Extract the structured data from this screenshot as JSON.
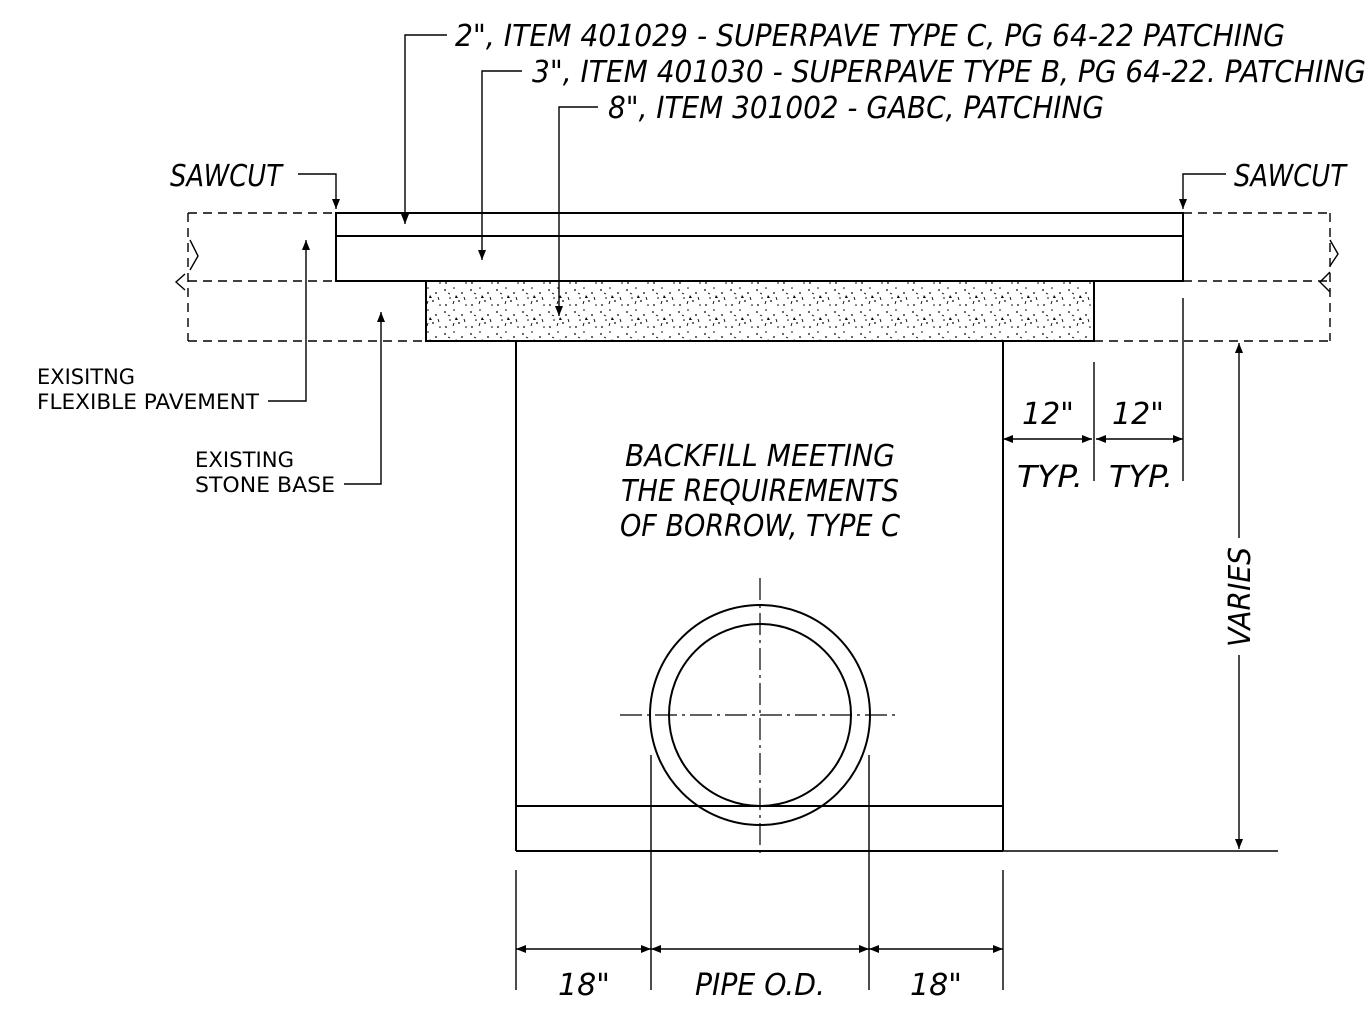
{
  "callouts": {
    "layer1": "2\", ITEM 401029 - SUPERPAVE TYPE C, PG 64-22 PATCHING",
    "layer2": "3\", ITEM 401030 - SUPERPAVE TYPE B, PG 64-22. PATCHING",
    "layer3": "8\", ITEM 301002 - GABC, PATCHING"
  },
  "sawcut": {
    "left": "SAWCUT",
    "right": "SAWCUT"
  },
  "existing": {
    "pavement_line1": "EXISITNG",
    "pavement_line2": "FLEXIBLE PAVEMENT",
    "base_line1": "EXISTING",
    "base_line2": "STONE BASE"
  },
  "backfill": {
    "line1": "BACKFILL MEETING",
    "line2": "THE REQUIREMENTS",
    "line3": "OF BORROW, TYPE C"
  },
  "dimensions": {
    "offset1": "12\"",
    "offset1_typ": "TYP.",
    "offset2": "12\"",
    "offset2_typ": "TYP.",
    "varies": "VARIES",
    "left_clear": "18\"",
    "pipe": "PIPE O.D.",
    "right_clear": "18\""
  },
  "colors": {
    "ink": "#000000",
    "paper": "#ffffff"
  }
}
